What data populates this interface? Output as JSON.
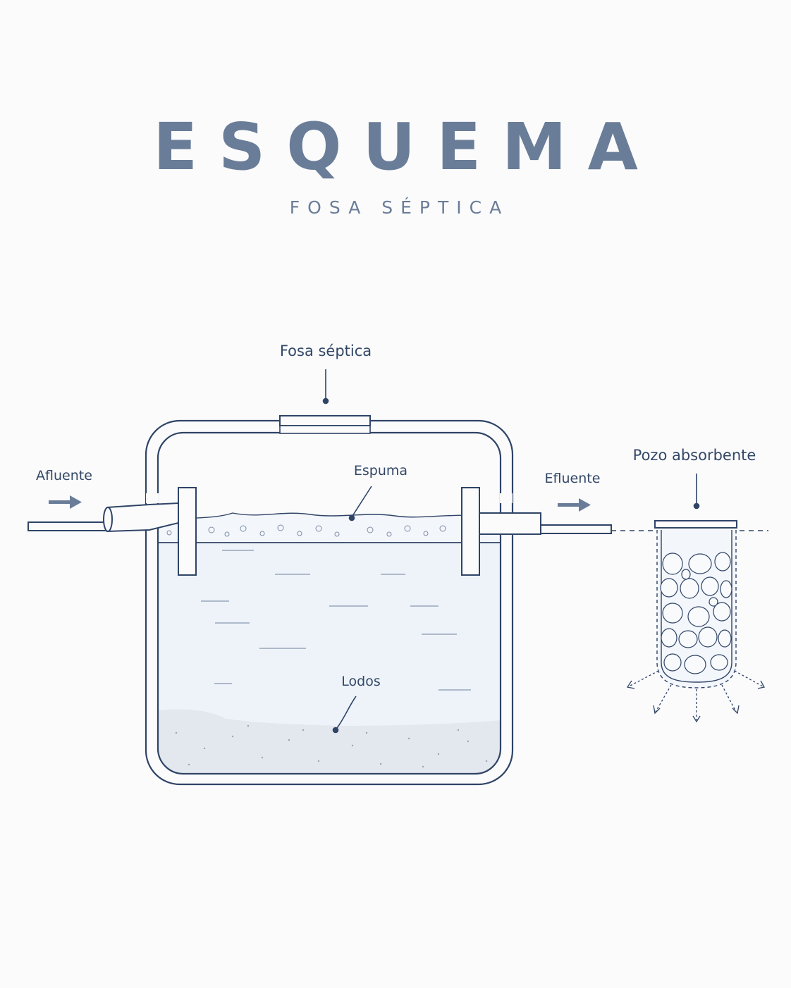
{
  "header": {
    "title": "ESQUEMA",
    "subtitle": "FOSA SÉPTICA"
  },
  "labels": {
    "tank": "Fosa séptica",
    "scum": "Espuma",
    "sludge": "Lodos",
    "inflow": "Afluente",
    "outflow": "Efluente",
    "well": "Pozo absorbente"
  },
  "colors": {
    "line": "#2f4466",
    "title": "#6a7d98",
    "water": "#eef3fa",
    "sludge": "#e3e7ee",
    "arrow": "#6a7d98"
  }
}
